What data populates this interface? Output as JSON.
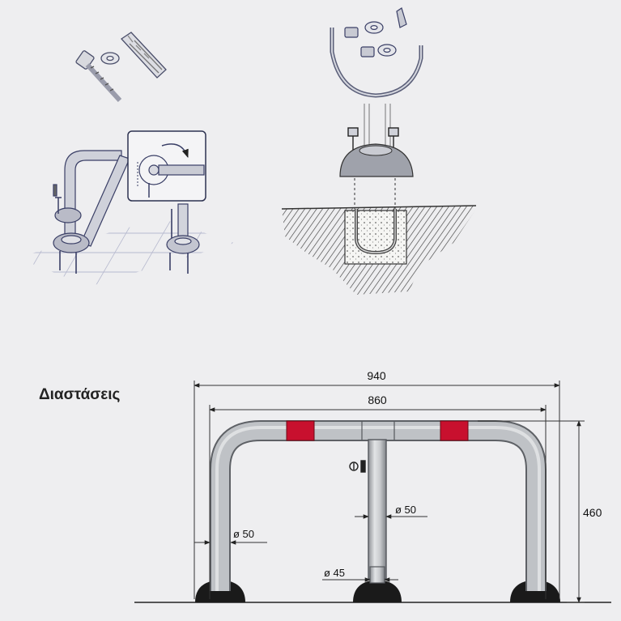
{
  "section_title": "Διαστάσεις",
  "dimensions": {
    "overall_width": "940",
    "inner_width": "860",
    "height": "460",
    "tube_diameter_left": "ø 50",
    "post_diameter": "ø 50",
    "post_base_diameter": "ø 45"
  },
  "colors": {
    "reflector": "#c8102e",
    "tube": "#b9bcc0",
    "sketch_ink": "#3a3f66",
    "ground_hatch": "#444444"
  },
  "icons": [
    "anchor-bolt-icon",
    "washer-icon",
    "wall-plug-icon",
    "nut-icon",
    "u-bolt-icon",
    "lock-icon"
  ]
}
